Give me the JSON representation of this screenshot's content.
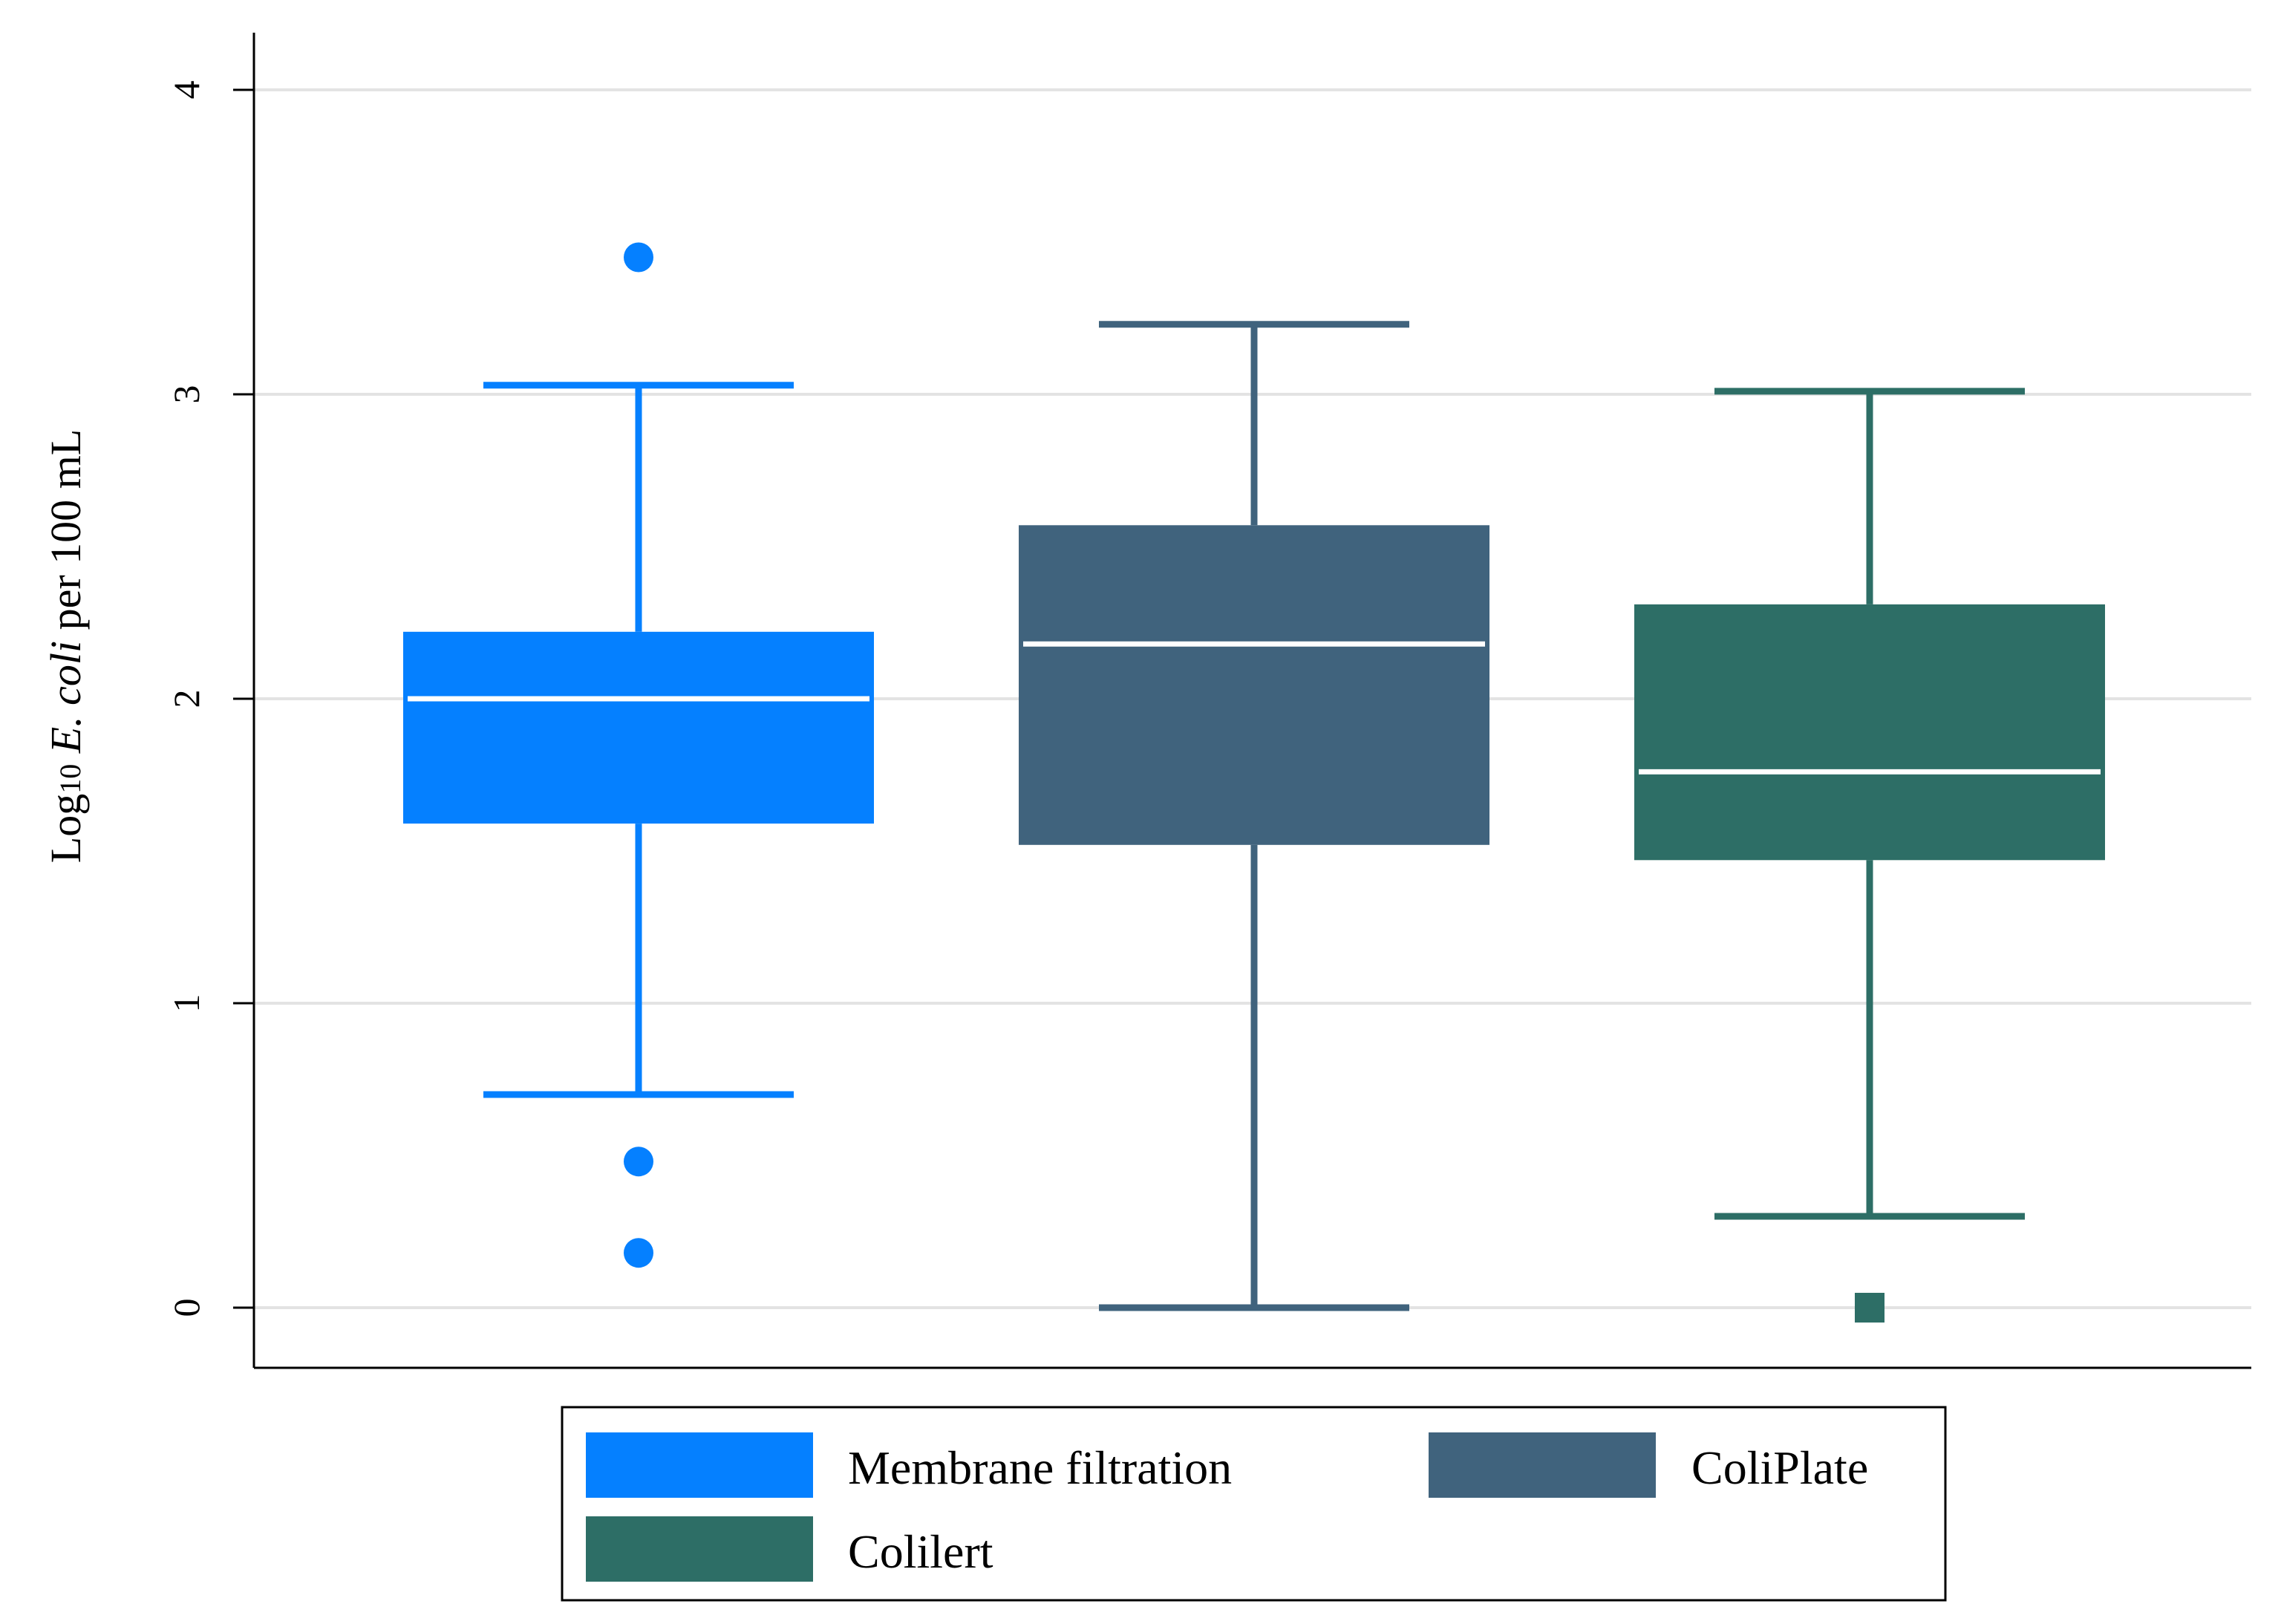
{
  "chart_data": {
    "type": "box",
    "title": "",
    "xlabel": "",
    "ylabel": {
      "prefix": "Log",
      "subscript": "10",
      "italic": "E. coli",
      "suffix": " per 100 mL"
    },
    "ylim": [
      -0.2,
      4.2
    ],
    "yticks": [
      "0",
      "1",
      "2",
      "3",
      "4"
    ],
    "grid": true,
    "legend_placement": "bottom",
    "series": [
      {
        "name": "Membrane filtration",
        "color": "#0580FF",
        "q1": 1.59,
        "median": 2.0,
        "q3": 2.22,
        "whisker_low": 0.7,
        "whisker_high": 3.03,
        "outliers": [
          3.45,
          0.48,
          0.18
        ],
        "outlier_marker": "circle"
      },
      {
        "name": "ColiPlate",
        "color": "#40637D",
        "q1": 1.52,
        "median": 2.18,
        "q3": 2.57,
        "whisker_low": 0.0,
        "whisker_high": 3.23,
        "outliers": [],
        "outlier_marker": "circle"
      },
      {
        "name": "Colilert",
        "color": "#2D6E66",
        "q1": 1.47,
        "median": 1.76,
        "q3": 2.31,
        "whisker_low": 0.3,
        "whisker_high": 3.01,
        "outliers": [
          0.0
        ],
        "outlier_marker": "square"
      }
    ]
  }
}
